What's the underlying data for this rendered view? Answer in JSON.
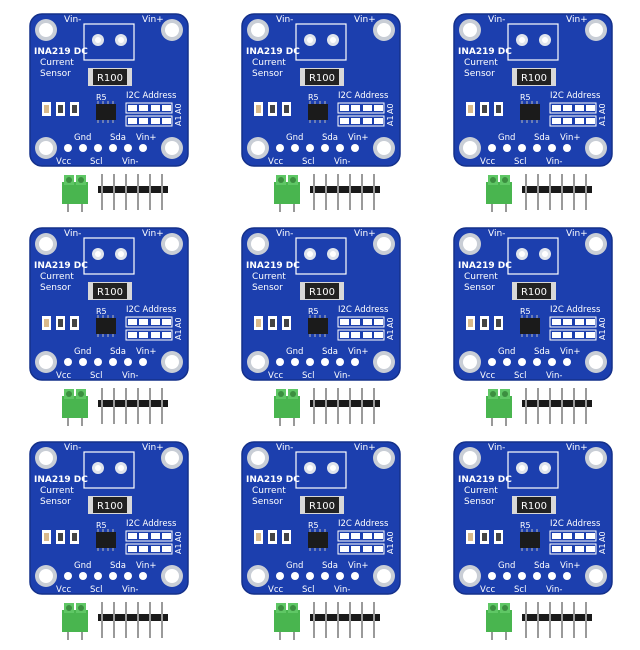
{
  "board": {
    "labels": {
      "vin_minus": "Vin-",
      "vin_plus": "Vin+",
      "title_line1": "INA219 DC",
      "title_line2": "Current",
      "title_line3": "Sensor",
      "resistor": "R100",
      "r5": "R5",
      "i2c_address": "I2C Address",
      "a0": "A0",
      "a1": "A1",
      "gnd": "Gnd",
      "sda": "Sda",
      "vin_plus_bottom": "Vin+",
      "vcc": "Vcc",
      "scl": "Scl",
      "vin_minus_bottom": "Vin-"
    },
    "colors": {
      "pcb": "#1c3fae",
      "pcb_edge": "#14308a",
      "silk": "#ffffff",
      "pad": "#e9eef5",
      "terminal": "#49b54f",
      "header_plastic": "#1a1a1a",
      "header_pin": "#9a9a9a"
    }
  },
  "grid": {
    "rows": 3,
    "cols": 3,
    "count": 9
  }
}
